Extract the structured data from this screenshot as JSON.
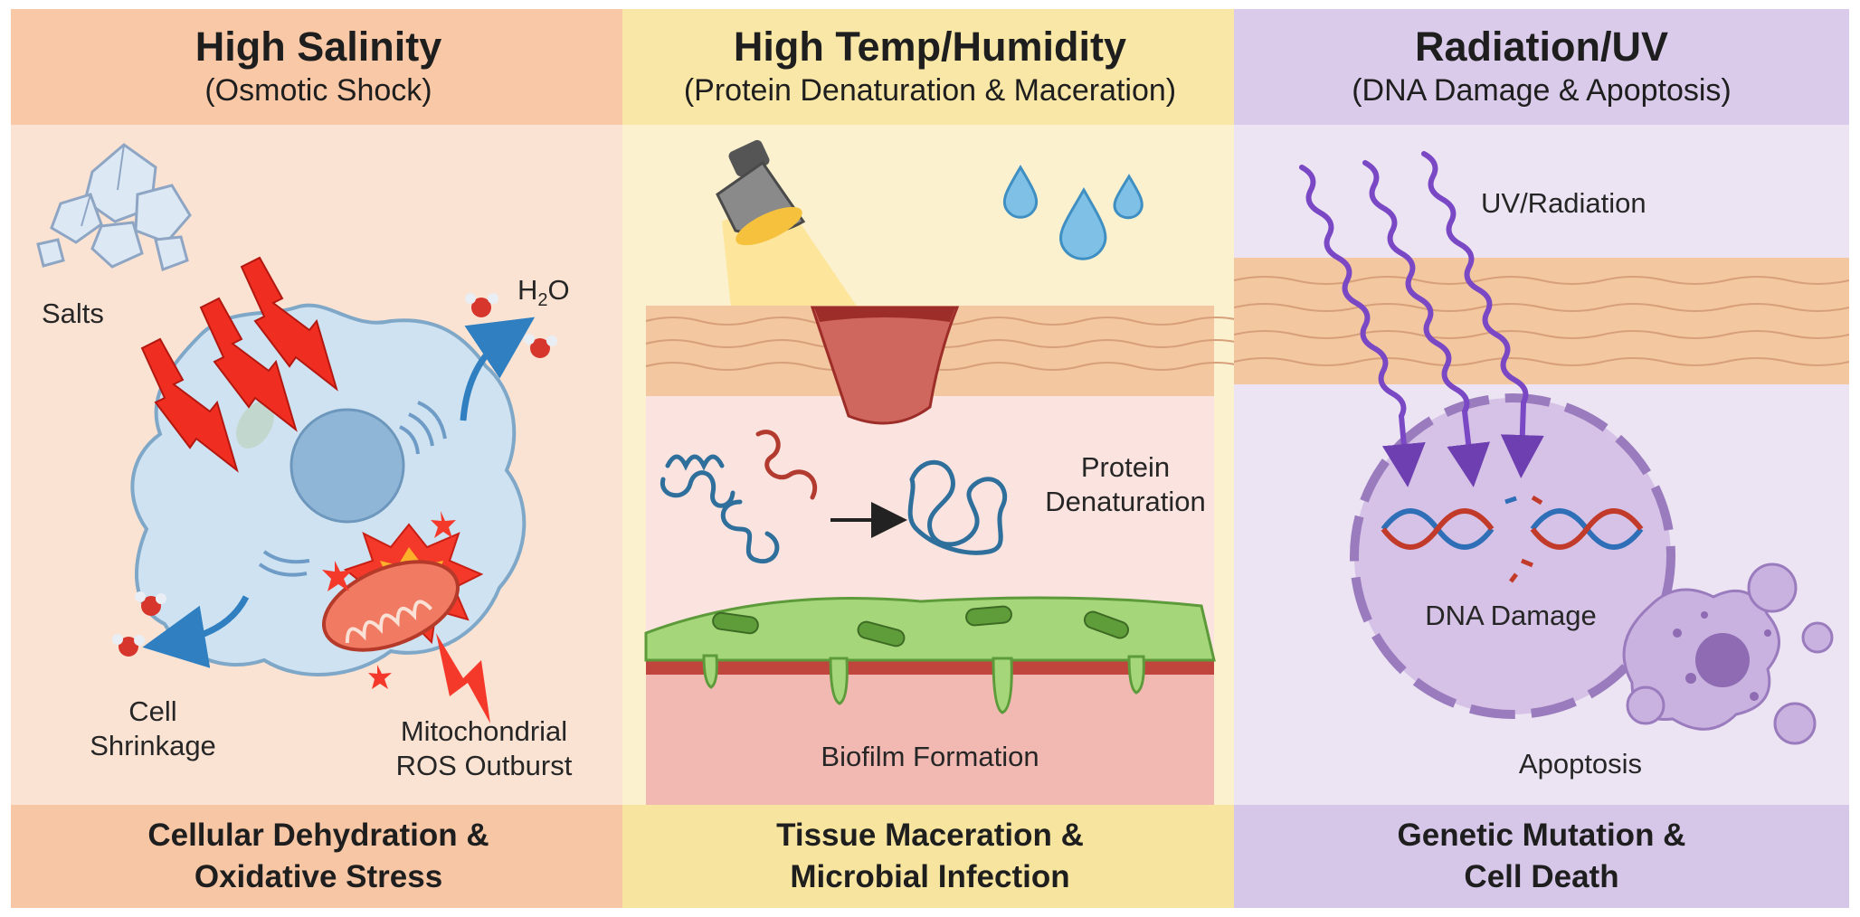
{
  "panels": [
    {
      "id": "salinity",
      "title": "High Salinity",
      "subtitle": "(Osmotic Shock)",
      "labels": {
        "salts": "Salts",
        "h2o_main": "H",
        "h2o_sub": "2",
        "h2o_end": "O",
        "shrinkage_line1": "Cell",
        "shrinkage_line2": "Shrinkage",
        "ros_line1": "Mitochondrial",
        "ros_line2": "ROS Outburst"
      },
      "footer_line1": "Cellular Dehydration &",
      "footer_line2": "Oxidative Stress",
      "colors": {
        "header": "#f9c8a6",
        "body": "#fbe3d3",
        "footer": "#f7c6a5"
      }
    },
    {
      "id": "temp",
      "title": "High Temp/Humidity",
      "subtitle": "(Protein Denaturation & Maceration)",
      "labels": {
        "protein_line1": "Protein",
        "protein_line2": "Denaturation",
        "biofilm": "Biofilm Formation"
      },
      "footer_line1": "Tissue Maceration &",
      "footer_line2": "Microbial Infection",
      "colors": {
        "header": "#f8e7a6",
        "body": "#fbf1cf",
        "footer": "#f6e49f"
      }
    },
    {
      "id": "uv",
      "title": "Radiation/UV",
      "subtitle": "(DNA Damage & Apoptosis)",
      "labels": {
        "uv": "UV/Radiation",
        "dna": "DNA Damage",
        "apoptosis": "Apoptosis"
      },
      "footer_line1": "Genetic Mutation &",
      "footer_line2": "Cell Death",
      "colors": {
        "header": "#d9cbe9",
        "body": "#ece4f3",
        "footer": "#d6c7e8"
      }
    }
  ]
}
